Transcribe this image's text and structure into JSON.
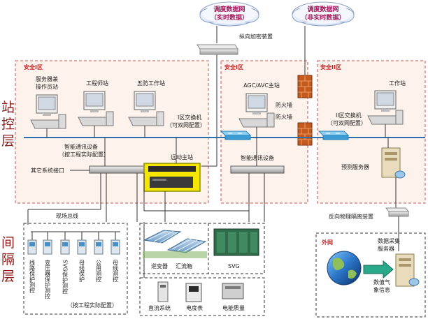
{
  "clouds": {
    "dispatch_rt": {
      "line1": "调度数据网",
      "line2": "（实时数据）"
    },
    "dispatch_nrt": {
      "line1": "调度数据网",
      "line2": "（非实时数据）"
    }
  },
  "labels": {
    "encrypt": "纵向加密装置",
    "zone1_left": "安全I区",
    "zone1_mid": "安全I区",
    "zone2": "安全II区",
    "server_ws1": "服务器兼",
    "server_ws2": "操作员站",
    "engineer": "工程师站",
    "wufang": "五防工作站",
    "agc": "AGC/AVC主站",
    "workstation": "工作站",
    "firewall1": "防火墙",
    "firewall2": "防火墙",
    "switch1_a": "I区交换机",
    "switch1_b": "（可双网配置）",
    "switch2_a": "II区交换机",
    "switch2_b": "（可双网配置）",
    "smart_comm1_a": "智能通讯设备",
    "smart_comm1_b": "（按工程实际配置）",
    "smart_comm2": "智能通讯设备",
    "other_iface": "其它系统接口",
    "remote_station": "远动主站",
    "forecast_server": "预测服务器",
    "reverse_isolation": "反向物理隔离装置",
    "field_bus": "现场总线",
    "outside_net": "外网",
    "data_collect1": "数据采集",
    "data_collect2": "服务器",
    "weather1": "数值气",
    "weather2": "象信息",
    "inverter": "逆变器",
    "combiner": "汇流箱",
    "svg": "SVG",
    "dc_system": "直流系统",
    "meter": "电度表",
    "power_quality": "电能质量",
    "device_config": "（按工程实际配置）",
    "left_zhan": "站",
    "left_kong": "控",
    "left_ceng1": "层",
    "left_jian": "间",
    "left_ge": "隔",
    "left_ceng2": "层"
  },
  "protection_devices": [
    "线路保护测控",
    "变压器保护测控",
    "SVG保护测控",
    "母线保护",
    "公用测控",
    "母线测控"
  ],
  "colors": {
    "zone_border": "#c0504d",
    "zone_fill": "#fdf3ec",
    "bus": "#2a6fb0",
    "switch": "#3a9bd5",
    "firewall": "#c65a1e",
    "yellow_box": "#f5e600",
    "cloud_fill": "#eef2fb",
    "cloud_text": "#a2185b",
    "zone_label": "#d32f2f"
  }
}
